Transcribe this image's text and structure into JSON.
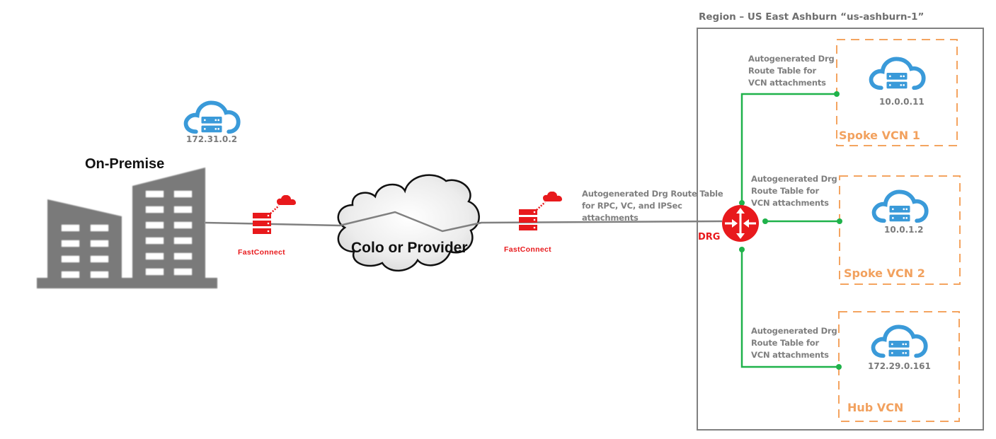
{
  "region": {
    "title": "Region – US East Ashburn “us-ashburn-1”"
  },
  "on_premise": {
    "title": "On-Premise",
    "host_ip": "172.31.0.2",
    "icon": "building-icon"
  },
  "fastconnect": [
    {
      "label": "FastConnect",
      "icon": "fastconnect-server-icon"
    },
    {
      "label": "FastConnect",
      "icon": "fastconnect-server-icon"
    }
  ],
  "colo": {
    "title": "Colo or Provider",
    "icon": "cloud-icon"
  },
  "drg": {
    "label": "DRG",
    "icon": "router-icon",
    "color": "#e8191c",
    "route_table_label": "Autogenerated Drg Route Table for RPC, VC, and IPSec attachments"
  },
  "vcns": [
    {
      "name": "Spoke VCN 1",
      "ip": "10.0.0.11",
      "route_table_label": "Autogenerated Drg Route Table for VCN attachments"
    },
    {
      "name": "Spoke VCN 2",
      "ip": "10.0.1.2",
      "route_table_label": "Autogenerated Drg Route Table for VCN attachments"
    },
    {
      "name": "Hub VCN",
      "ip": "172.29.0.161",
      "route_table_label": "Autogenerated Drg Route Table for VCN attachments"
    }
  ],
  "colors": {
    "attachment_line": "#1fb24a",
    "vcn_border": "#f4a460",
    "cloud_host": "#3a9ad9",
    "fastconnect": "#e8191c",
    "connection_line": "#808080"
  }
}
